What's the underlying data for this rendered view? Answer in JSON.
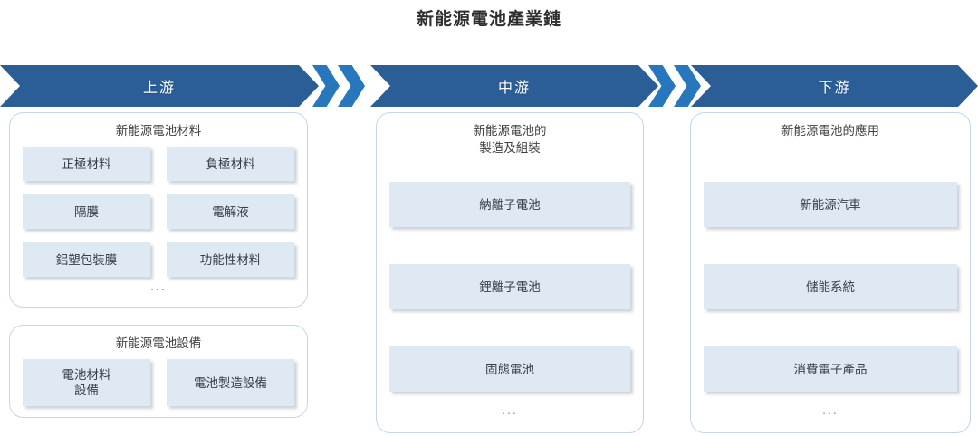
{
  "title": "新能源電池產業鏈",
  "colors": {
    "banner": "#2b5e96",
    "accent_arrow": "#2877bd",
    "box_fill": "#dfe9f3",
    "panel_border": "#c3d6ea",
    "text": "#3f3f3f"
  },
  "banner": {
    "upstream": "上游",
    "midstream": "中游",
    "downstream": "下游"
  },
  "columns": {
    "upstream": {
      "panels": [
        {
          "heading": "新能源電池材料",
          "items": [
            "正極材料",
            "負極材料",
            "隔膜",
            "電解液",
            "鋁塑包裝膜",
            "功能性材料"
          ],
          "more": "..."
        },
        {
          "heading": "新能源電池設備",
          "items": [
            "電池材料\n設備",
            "電池製造設備"
          ],
          "more": ""
        }
      ]
    },
    "midstream": {
      "panels": [
        {
          "heading": "新能源電池的\n製造及組裝",
          "items": [
            "納離子電池",
            "鋰離子電池",
            "固態電池"
          ],
          "more": "..."
        }
      ]
    },
    "downstream": {
      "panels": [
        {
          "heading": "新能源電池的應用",
          "items": [
            "新能源汽車",
            "儲能系統",
            "消費電子產品"
          ],
          "more": "..."
        }
      ]
    }
  }
}
